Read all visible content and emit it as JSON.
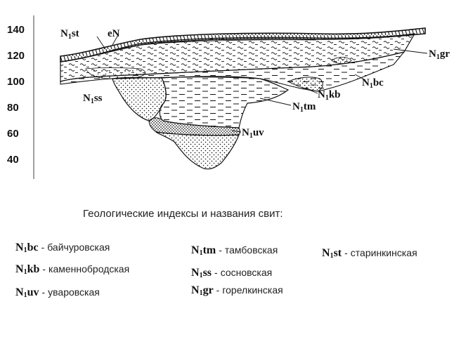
{
  "y_axis": {
    "ticks": [
      "140",
      "120",
      "100",
      "80",
      "60",
      "40"
    ]
  },
  "labels": {
    "st": {
      "prefix": "N",
      "sub": "1",
      "suffix": "st"
    },
    "eN": {
      "text": "eN"
    },
    "gr": {
      "prefix": "N",
      "sub": "1",
      "suffix": "gr"
    },
    "bc": {
      "prefix": "N",
      "sub": "1",
      "suffix": "bc"
    },
    "kb": {
      "prefix": "N",
      "sub": "1",
      "suffix": "kb"
    },
    "ss": {
      "prefix": "N",
      "sub": "1",
      "suffix": "ss"
    },
    "tm": {
      "prefix": "N",
      "sub": "1",
      "suffix": "tm"
    },
    "uv": {
      "prefix": "N",
      "sub": "1",
      "suffix": "uv"
    }
  },
  "caption": "Геологические индексы и названия свит:",
  "legend": [
    {
      "prefix": "N",
      "sub": "1",
      "suffix": "bc",
      "name": "байчуровская"
    },
    {
      "prefix": "N",
      "sub": "1",
      "suffix": "kb",
      "name": "каменнобродская"
    },
    {
      "prefix": "N",
      "sub": "1",
      "suffix": "uv",
      "name": "уваровская"
    },
    {
      "prefix": "N",
      "sub": "1",
      "suffix": "tm",
      "name": "тамбовская"
    },
    {
      "prefix": "N",
      "sub": "1",
      "suffix": "ss",
      "name": "сосновская"
    },
    {
      "prefix": "N",
      "sub": "1",
      "suffix": "gr",
      "name": "горелкинская"
    },
    {
      "prefix": "N",
      "sub": "1",
      "suffix": "st",
      "name": "старинкинская"
    }
  ],
  "colors": {
    "ink": "#111111",
    "background": "#ffffff"
  }
}
